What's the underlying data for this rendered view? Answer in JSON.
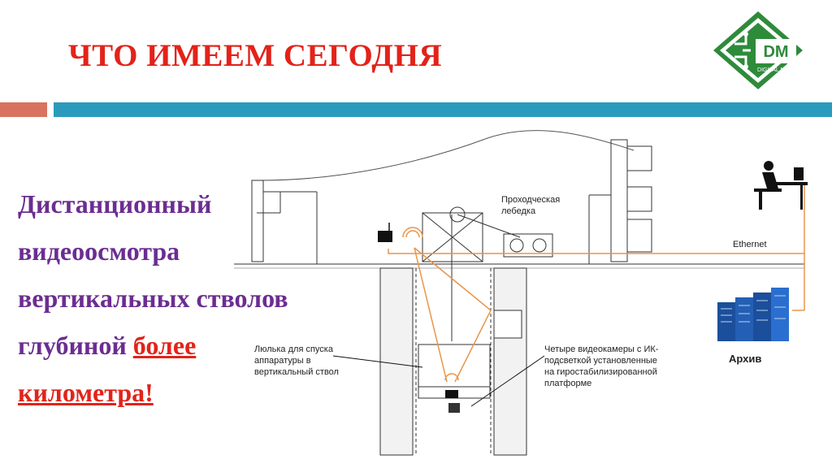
{
  "title": "ЧТО ИМЕЕМ СЕГОДНЯ",
  "logo": {
    "text": "DM",
    "subtext": "DIGITAL MINE",
    "color": "#2e8b3a"
  },
  "main_text": {
    "line1": "Дистанционный",
    "line2": "видеоосмотра",
    "line3": "вертикальных стволов",
    "line4_plain": "глубиной ",
    "line4_emph": "более",
    "line5_emph": "километра!"
  },
  "diagram_labels": {
    "winch": "Проходческая\nлебедка",
    "ethernet": "Ethernet",
    "archive": "Архив",
    "cradle": "Люлька для спуска\nаппаратуры в\nвертикальный ствол",
    "cameras": "Четыре видеокамеры с ИК-\nподсветкой установленные\nна гиростабилизированной\nплатформе"
  },
  "colors": {
    "title": "#e2231a",
    "text": "#6b2d91",
    "bar_red": "#d9725f",
    "bar_blue": "#2a9bbd",
    "cable": "#e8954a",
    "logo": "#2e8b3a"
  },
  "icons": [
    "logo-icon",
    "operator-workstation-icon",
    "server-rack-icon",
    "wireless-transmitter-icon",
    "camera-platform-icon"
  ]
}
